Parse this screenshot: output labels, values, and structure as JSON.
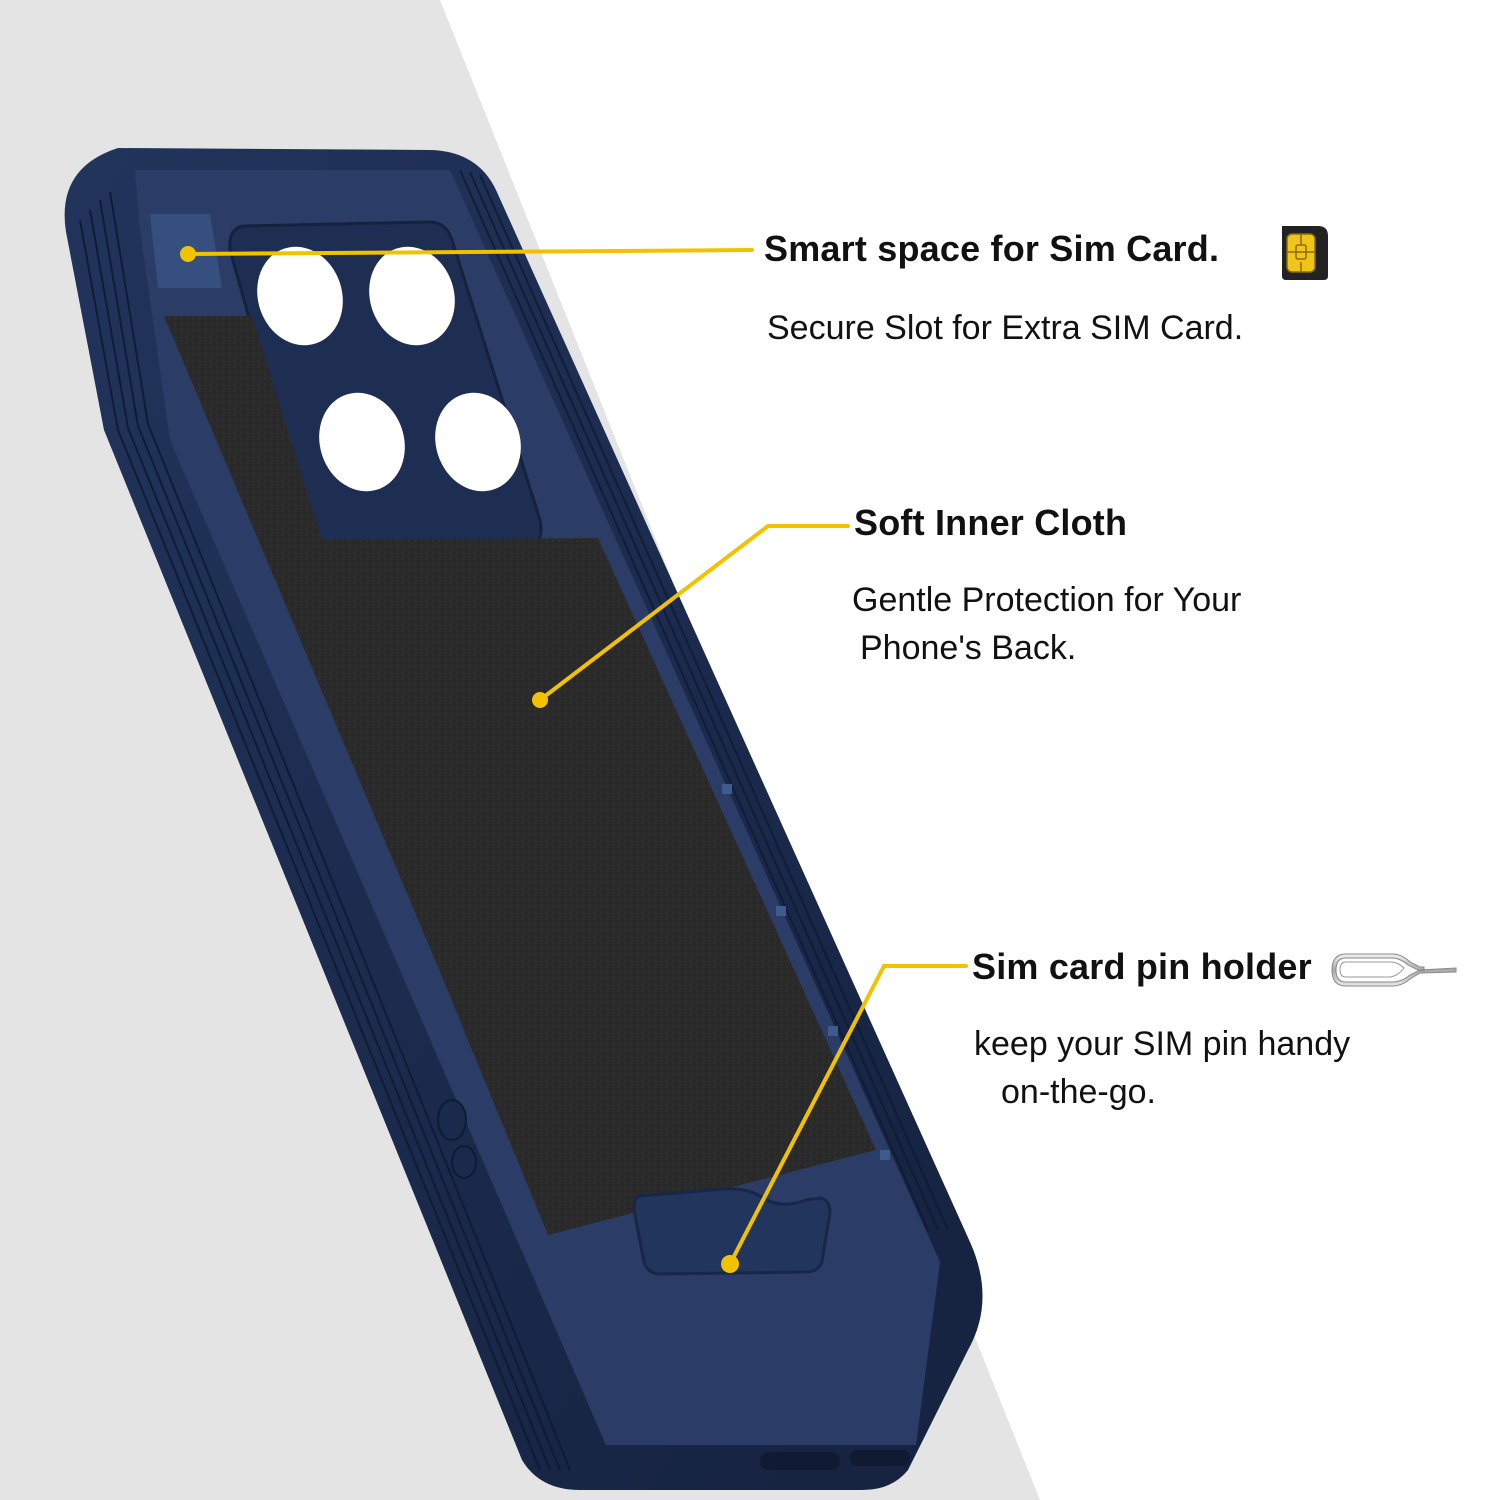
{
  "colors": {
    "accent": "#f2c200",
    "case": "#1b2b4d",
    "case_inner": "#2a3c63",
    "cloth": "#2b2b2b",
    "background_band": "#e4e4e4",
    "text": "#111111"
  },
  "features": [
    {
      "title": "Smart space for Sim Card.",
      "description": [
        "Secure Slot for Extra SIM Card."
      ],
      "icon": "sim-card-icon"
    },
    {
      "title": "Soft Inner Cloth",
      "description": [
        "Gentle Protection for Your",
        "Phone's Back."
      ]
    },
    {
      "title": "Sim card pin holder",
      "description": [
        "keep your SIM pin handy",
        "on-the-go."
      ],
      "icon": "sim-eject-pin-icon"
    }
  ]
}
